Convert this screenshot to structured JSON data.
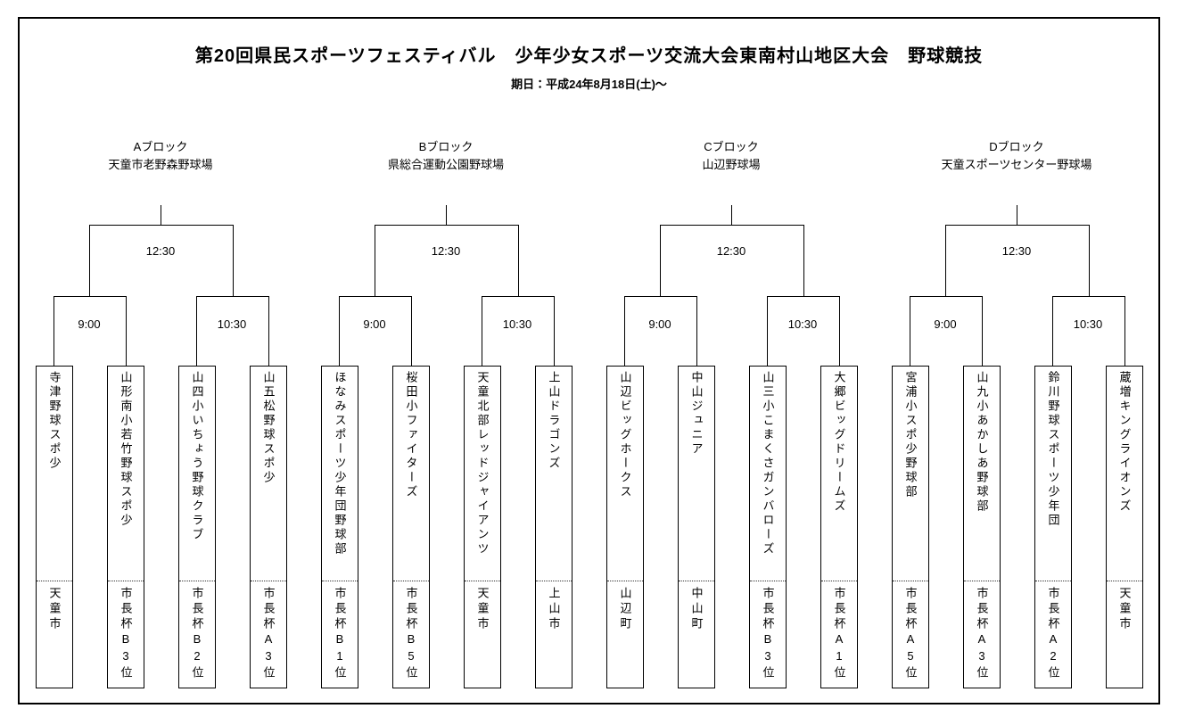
{
  "title": "第20回県民スポーツフェスティバル　少年少女スポーツ交流大会東南村山地区大会　野球競技",
  "date_line": "期日：平成24年8月18日(土)～",
  "colors": {
    "line": "#000000",
    "background": "#ffffff",
    "text": "#000000"
  },
  "blocks": [
    {
      "name": "Aブロック",
      "venue": "天童市老野森野球場",
      "final_time": "12:30",
      "semi1_time": "9:00",
      "semi2_time": "10:30",
      "teams": [
        {
          "name": "寺津野球スポ少",
          "label": "天童市"
        },
        {
          "name": "山形南小若竹野球スポ少",
          "label": "市長杯B3位"
        },
        {
          "name": "山四小いちょう野球クラブ",
          "label": "市長杯B2位"
        },
        {
          "name": "山五松野球スポ少",
          "label": "市長杯A3位"
        }
      ]
    },
    {
      "name": "Bブロック",
      "venue": "県総合運動公園野球場",
      "final_time": "12:30",
      "semi1_time": "9:00",
      "semi2_time": "10:30",
      "teams": [
        {
          "name": "ほなみスポーツ少年団野球部",
          "label": "市長杯B1位"
        },
        {
          "name": "桜田小ファイターズ",
          "label": "市長杯B5位"
        },
        {
          "name": "天童北部レッドジャイアンツ",
          "label": "天童市"
        },
        {
          "name": "上山ドラゴンズ",
          "label": "上山市"
        }
      ]
    },
    {
      "name": "Cブロック",
      "venue": "山辺野球場",
      "final_time": "12:30",
      "semi1_time": "9:00",
      "semi2_time": "10:30",
      "teams": [
        {
          "name": "山辺ビッグホークス",
          "label": "山辺町"
        },
        {
          "name": "中山ジュニア",
          "label": "中山町"
        },
        {
          "name": "山三小こまくさガンバローズ",
          "label": "市長杯B3位"
        },
        {
          "name": "大郷ビッグドリームズ",
          "label": "市長杯A1位"
        }
      ]
    },
    {
      "name": "Dブロック",
      "venue": "天童スポーツセンター野球場",
      "final_time": "12:30",
      "semi1_time": "9:00",
      "semi2_time": "10:30",
      "teams": [
        {
          "name": "宮浦小スポ少野球部",
          "label": "市長杯A5位"
        },
        {
          "name": "山九小あかしあ野球部",
          "label": "市長杯A3位"
        },
        {
          "name": "鈴川野球スポーツ少年団",
          "label": "市長杯A2位"
        },
        {
          "name": "蔵増キングライオンズ",
          "label": "天童市"
        }
      ]
    }
  ]
}
